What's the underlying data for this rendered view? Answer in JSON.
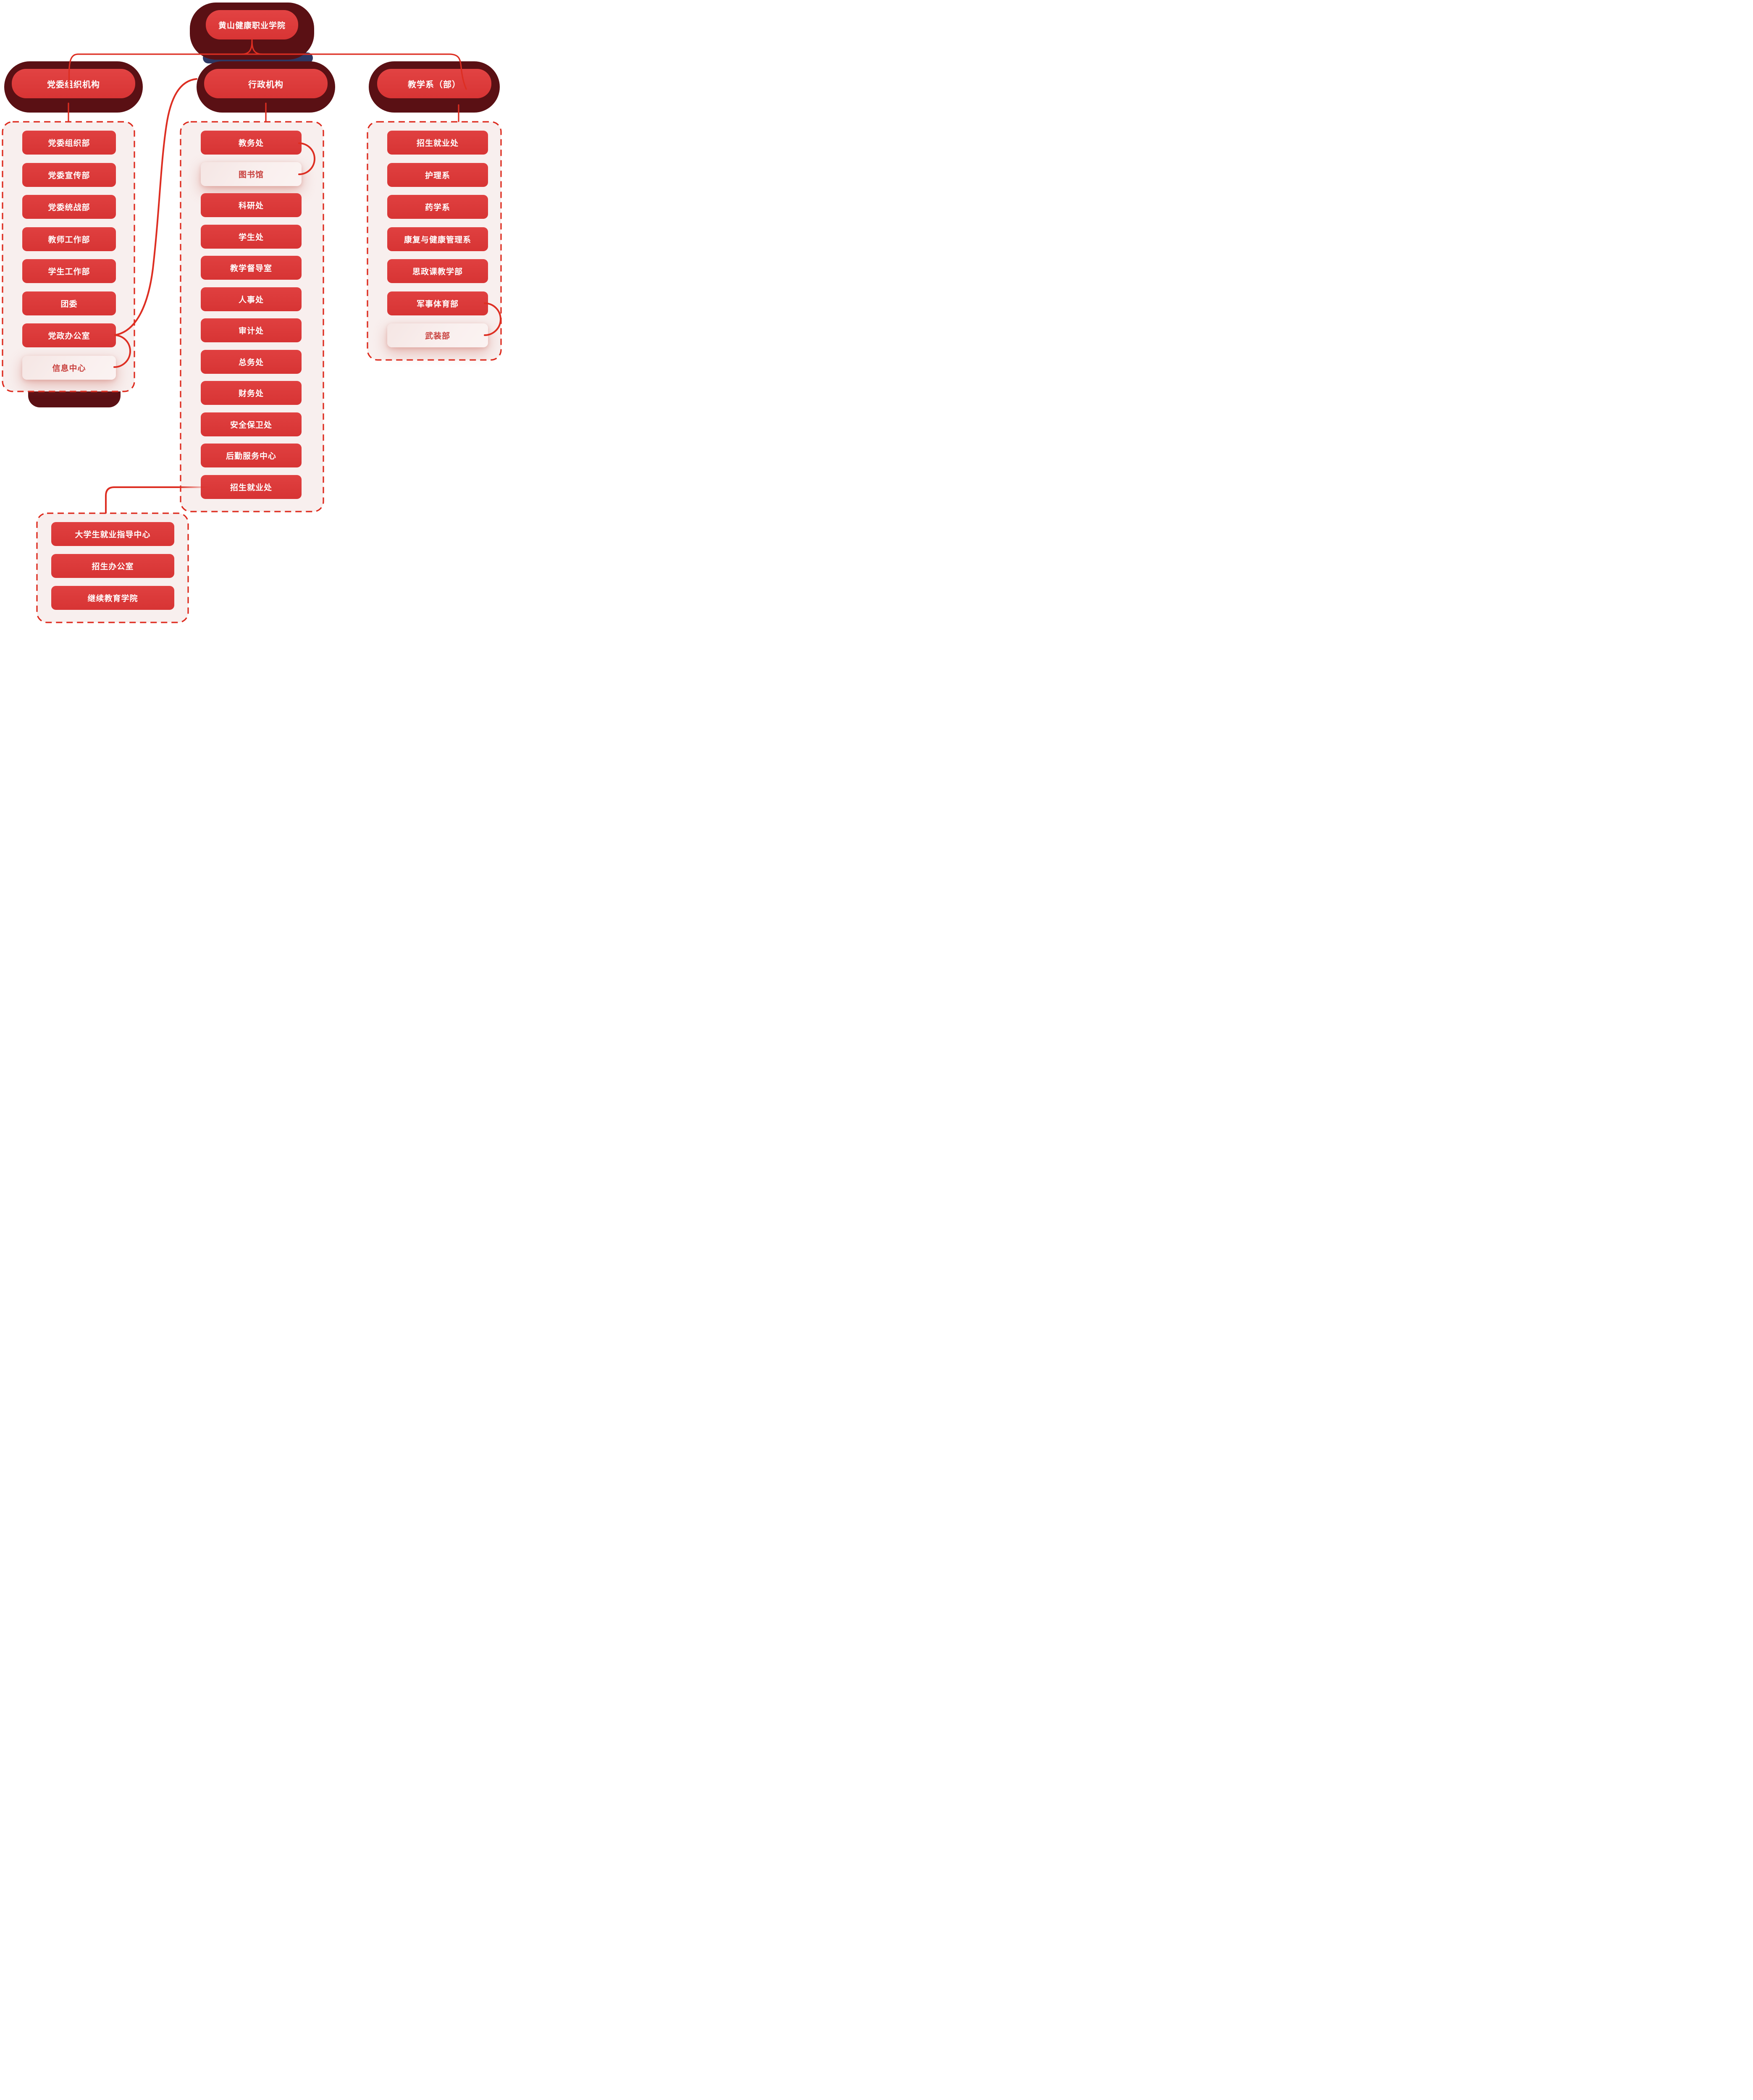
{
  "root": {
    "label": "黄山健康职业学院"
  },
  "branches": [
    {
      "label": "党委组织机构",
      "items": [
        {
          "label": "党委组织部",
          "style": "solid"
        },
        {
          "label": "党委宣传部",
          "style": "solid"
        },
        {
          "label": "党委统战部",
          "style": "solid"
        },
        {
          "label": "教师工作部",
          "style": "solid"
        },
        {
          "label": "学生工作部",
          "style": "solid"
        },
        {
          "label": "团委",
          "style": "solid"
        },
        {
          "label": "党政办公室",
          "style": "solid"
        },
        {
          "label": "信息中心",
          "style": "light"
        }
      ]
    },
    {
      "label": "行政机构",
      "items": [
        {
          "label": "教务处",
          "style": "solid"
        },
        {
          "label": "图书馆",
          "style": "light"
        },
        {
          "label": "科研处",
          "style": "solid"
        },
        {
          "label": "学生处",
          "style": "solid"
        },
        {
          "label": "教学督导室",
          "style": "solid"
        },
        {
          "label": "人事处",
          "style": "solid"
        },
        {
          "label": "审计处",
          "style": "solid"
        },
        {
          "label": "总务处",
          "style": "solid"
        },
        {
          "label": "财务处",
          "style": "solid"
        },
        {
          "label": "安全保卫处",
          "style": "solid"
        },
        {
          "label": "后勤服务中心",
          "style": "solid"
        },
        {
          "label": "招生就业处",
          "style": "solid"
        }
      ]
    },
    {
      "label": "教学系（部）",
      "items": [
        {
          "label": "招生就业处",
          "style": "solid"
        },
        {
          "label": "护理系",
          "style": "solid"
        },
        {
          "label": "药学系",
          "style": "solid"
        },
        {
          "label": "康复与健康管理系",
          "style": "solid"
        },
        {
          "label": "思政课教学部",
          "style": "solid"
        },
        {
          "label": "军事体育部",
          "style": "solid"
        },
        {
          "label": "武装部",
          "style": "light"
        }
      ]
    }
  ],
  "recruit_group": {
    "items": [
      {
        "label": "大学生就业指导中心"
      },
      {
        "label": "招生办公室"
      },
      {
        "label": "继续教育学院"
      }
    ]
  },
  "colors": {
    "node_red": "#DC3B3B",
    "dark_maroon": "#5A1014",
    "navy": "#2E3763",
    "line_red": "#DD2E22",
    "dashed_border_red": "#DD2B1E",
    "group_bg": "#F8EFEE",
    "light_item_text": "#C8403D"
  }
}
